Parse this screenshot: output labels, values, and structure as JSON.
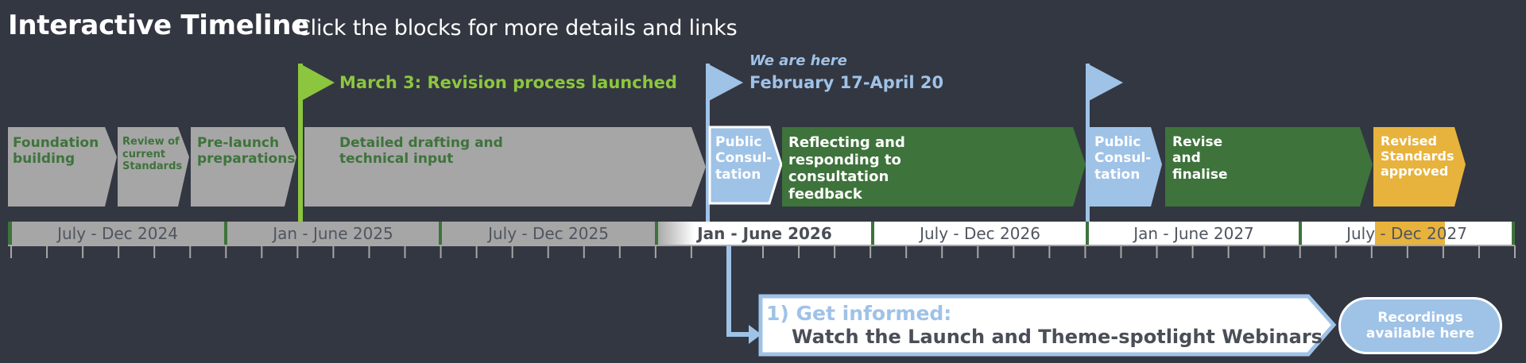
{
  "header": {
    "title": "Interactive Timeline",
    "subtitle": "Click the blocks for more details and links"
  },
  "flags": {
    "march": "March 3: Revision process launched",
    "we_are_here": "We are here",
    "feb": "February 17-April 20"
  },
  "blocks": [
    {
      "label": "Foundation building"
    },
    {
      "label": "Review of current Standards"
    },
    {
      "label": "Pre-launch preparations"
    },
    {
      "label": "Detailed drafting and technical input"
    },
    {
      "label": "Public Consul-tation"
    },
    {
      "label": "Reflecting and responding to consultation feedback"
    },
    {
      "label": "Public Consul-tation"
    },
    {
      "label": "Revise and finalise"
    },
    {
      "label": "Revised Standards approved"
    }
  ],
  "periods": [
    "July - Dec 2024",
    "Jan - June 2025",
    "July - Dec 2025",
    "Jan - June 2026",
    "July - Dec 2026",
    "Jan - June 2027",
    "July - Dec 2027"
  ],
  "callout": {
    "number": "1) Get informed:",
    "description": "Watch the Launch and Theme-spotlight Webinars",
    "button": "Recordings available here"
  },
  "colors": {
    "background": "#333741",
    "grey_block": "#a6a6a6",
    "dark_green": "#3e733b",
    "light_green": "#8cc63f",
    "light_blue": "#9fc2e7",
    "gold": "#e8b33c",
    "text_green": "#3e733b"
  }
}
